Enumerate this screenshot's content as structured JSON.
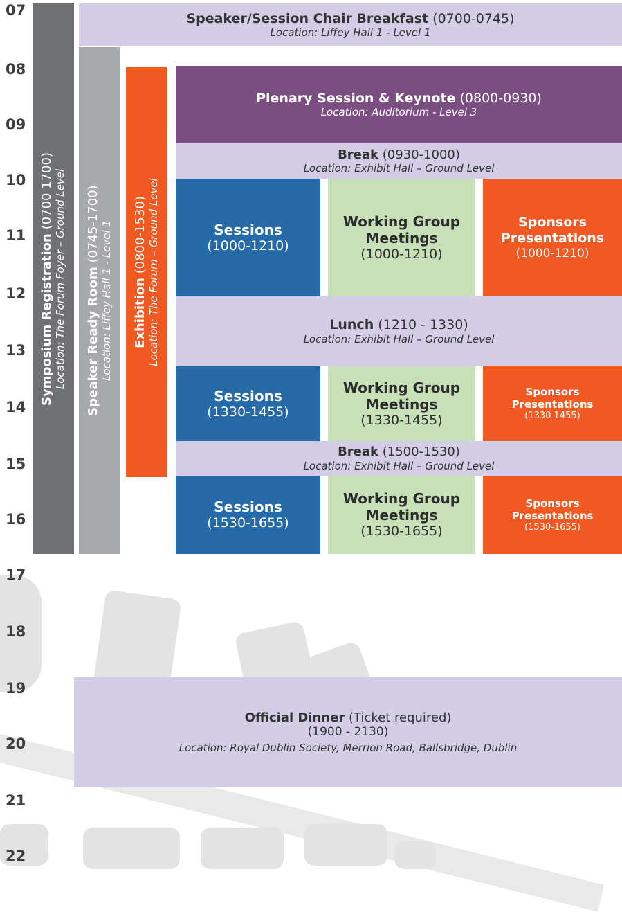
{
  "hours": [
    "07",
    "08",
    "09",
    "10",
    "11",
    "12",
    "13",
    "14",
    "15",
    "16",
    "17",
    "18",
    "19",
    "20",
    "21",
    "22"
  ],
  "columns": {
    "registration": {
      "title": "Symposium Registration",
      "time": "(0700 1700)",
      "location": "Location: The Forum Foyer – Ground Level",
      "color": "#707174"
    },
    "ready_room": {
      "title": "Speaker Ready Room",
      "time": "(0745-1700)",
      "location": "Location: Liffey Hall 1 - Level 1",
      "color": "#a7a9ac"
    },
    "exhibition": {
      "title": "Exhibition",
      "time": "(0800-1530)",
      "location": "Location: The Forum – Ground Level",
      "color": "#f05a22"
    }
  },
  "breakfast": {
    "title": "Speaker/Session Chair Breakfast",
    "time": "(0700-0745)",
    "location": "Location: Liffey Hall 1 - Level 1"
  },
  "plenary": {
    "title": "Plenary Session & Keynote",
    "time": "(0800-0930)",
    "location": "Location: Auditorium - Level 3"
  },
  "break1": {
    "title": "Break",
    "time": "(0930-1000)",
    "location": "Location: Exhibit Hall – Ground Level"
  },
  "row1": {
    "sessions": {
      "title": "Sessions",
      "time": "(1000-1210)"
    },
    "working": {
      "title": "Working Group Meetings",
      "time": "(1000-1210)"
    },
    "sponsors": {
      "title": "Sponsors Presentations",
      "time": "(1000-1210)"
    }
  },
  "lunch": {
    "title": "Lunch",
    "time": "(1210 - 1330)",
    "location": "Location: Exhibit Hall – Ground Level"
  },
  "row2": {
    "sessions": {
      "title": "Sessions",
      "time": "(1330-1455)"
    },
    "working": {
      "title": "Working Group Meetings",
      "time": "(1330-1455)"
    },
    "sponsors": {
      "title": "Sponsors Presentations",
      "time": "(1330 1455)"
    }
  },
  "break2": {
    "title": "Break",
    "time": "(1500-1530)",
    "location": "Location: Exhibit Hall – Ground Level"
  },
  "row3": {
    "sessions": {
      "title": "Sessions",
      "time": "(1530-1655)"
    },
    "working": {
      "title": "Working Group Meetings",
      "time": "(1530-1655)"
    },
    "sponsors": {
      "title": "Sponsors Presentations",
      "time": "(1530-1655)"
    }
  },
  "dinner": {
    "title": "Official Dinner",
    "note": "(Ticket required)",
    "time": "(1900 - 2130)",
    "location": "Location: Royal Dublin Society, Merrion Road, Ballsbridge, Dublin"
  }
}
